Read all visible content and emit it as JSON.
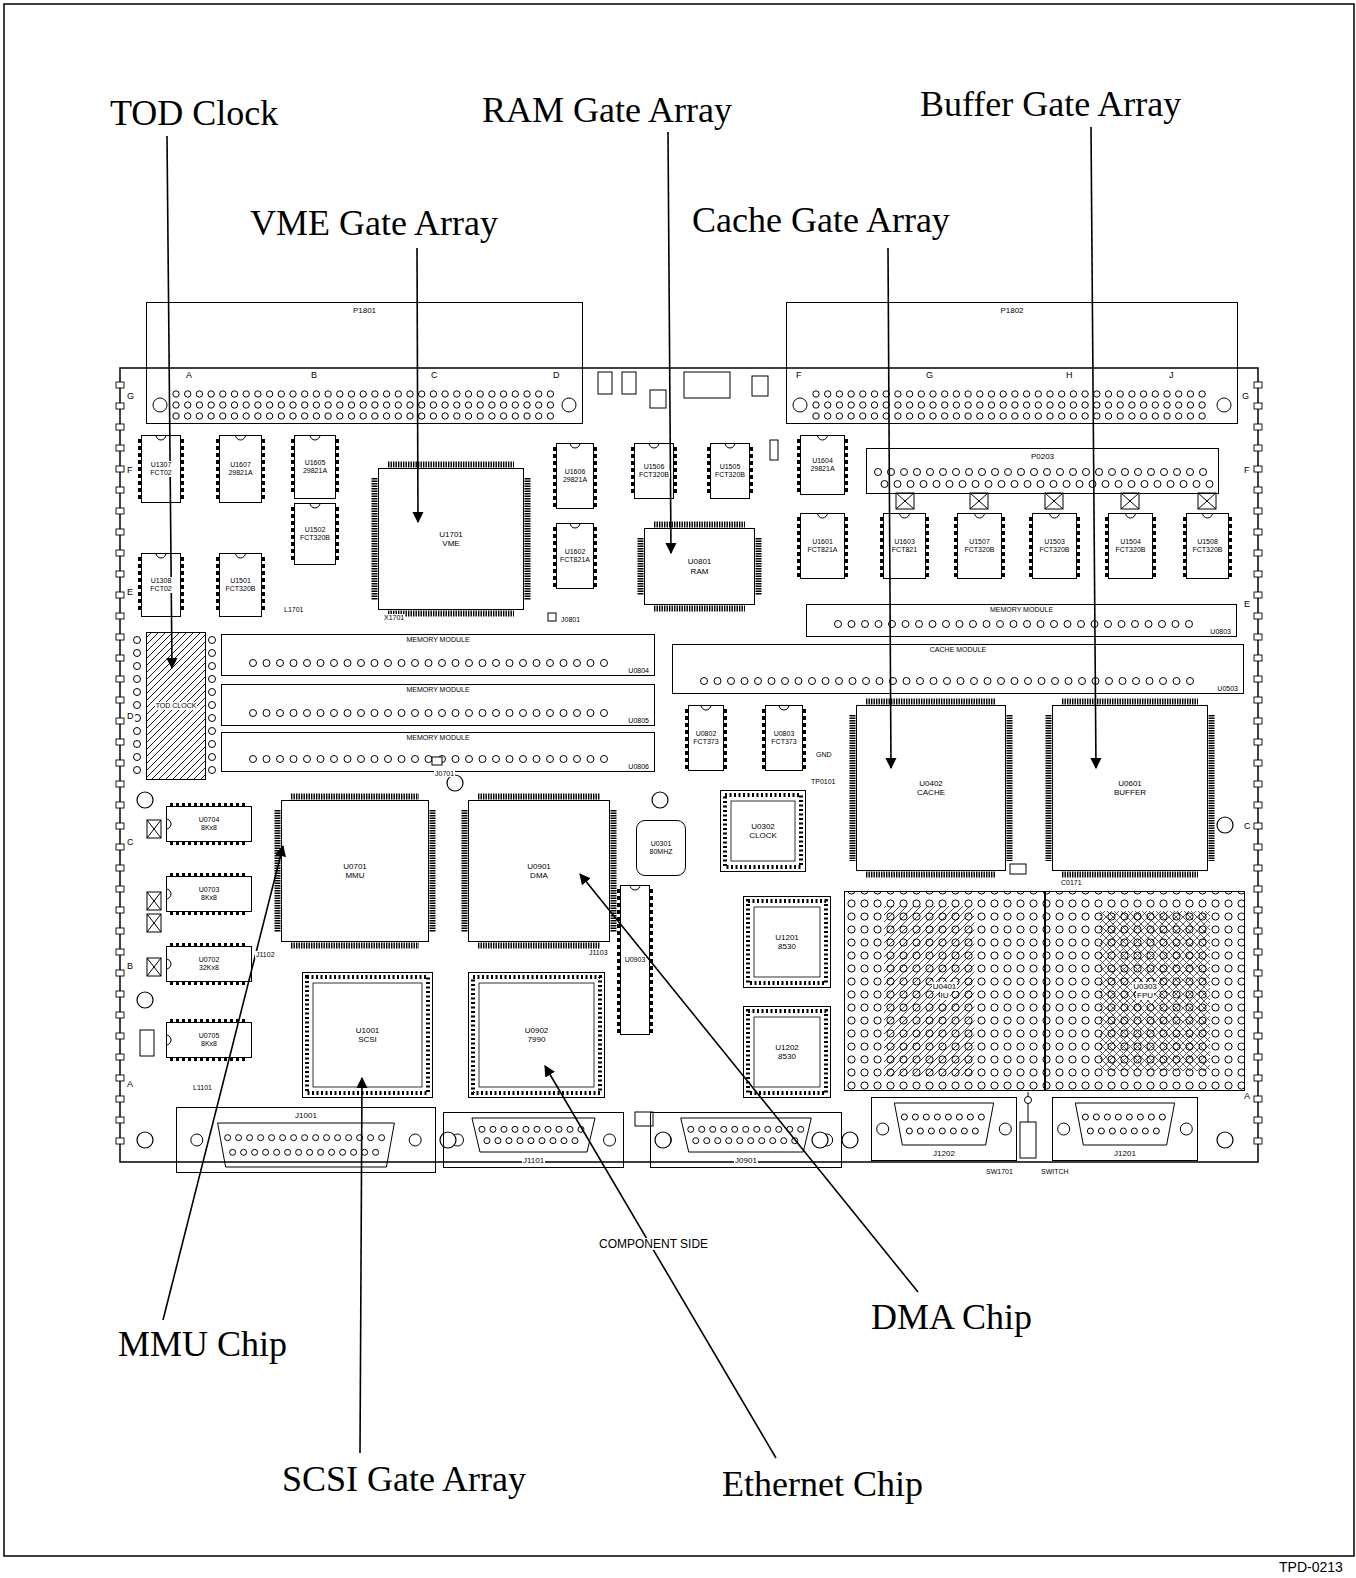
{
  "diagram": {
    "nodes": [
      {
        "text": [
          "P1801"
        ]
      },
      {
        "text": [
          "P1802"
        ]
      },
      {
        "text": [
          "U1307",
          "FCT02"
        ]
      },
      {
        "text": [
          "U1607",
          "29821A"
        ]
      },
      {
        "text": [
          "U1605",
          "29821A"
        ]
      },
      {
        "text": [
          "U1502",
          "FCT320B"
        ]
      },
      {
        "text": [
          "U1308",
          "FCT02"
        ]
      },
      {
        "text": [
          "U1501",
          "FCT320B"
        ]
      },
      {
        "text": [
          "U1701",
          "VME"
        ]
      },
      {
        "text": [
          "U1606",
          "29821A"
        ]
      },
      {
        "text": [
          "U1602",
          "FCT821A"
        ]
      },
      {
        "text": [
          "U1506",
          "FCT320B"
        ]
      },
      {
        "text": [
          "U1505",
          "FCT320B"
        ]
      },
      {
        "text": [
          "U0801",
          "RAM"
        ]
      },
      {
        "text": [
          "U1604",
          "29821A"
        ]
      },
      {
        "text": [
          "P0203"
        ]
      },
      {
        "text": [
          "U1601",
          "FCT821A"
        ]
      },
      {
        "text": [
          "U1603",
          "FCT821"
        ]
      },
      {
        "text": [
          "U1507",
          "FCT320B"
        ]
      },
      {
        "text": [
          "U1503",
          "FCT320B"
        ]
      },
      {
        "text": [
          "U1504",
          "FCT320B"
        ]
      },
      {
        "text": [
          "U1508",
          "FCT320B"
        ]
      },
      {
        "text": [
          "MEMORY MODULE",
          "U0803"
        ]
      },
      {
        "text": [
          "CACHE MODULE",
          "U0503"
        ]
      },
      {
        "text": [
          "TOD CLOCK"
        ]
      },
      {
        "text": [
          "MEMORY MODULE",
          "U0804"
        ]
      },
      {
        "text": [
          "MEMORY MODULE",
          "U0805"
        ]
      },
      {
        "text": [
          "MEMORY MODULE",
          "U0806"
        ]
      },
      {
        "text": [
          "U0802",
          "FCT373"
        ]
      },
      {
        "text": [
          "U0803",
          "FCT373"
        ]
      },
      {
        "text": [
          "U0402",
          "CACHE"
        ]
      },
      {
        "text": [
          "U0601",
          "BUFFER"
        ]
      },
      {
        "text": [
          "U0704",
          "8Kx8"
        ]
      },
      {
        "text": [
          "U0703",
          "8Kx8"
        ]
      },
      {
        "text": [
          "U0702",
          "32Kx8"
        ]
      },
      {
        "text": [
          "U0705",
          "8Kx8"
        ]
      },
      {
        "text": [
          "U0701",
          "MMU"
        ]
      },
      {
        "text": [
          "U0901",
          "DMA"
        ]
      },
      {
        "text": [
          "U0301",
          "80MHZ"
        ]
      },
      {
        "text": [
          "U0302",
          "CLOCK"
        ]
      },
      {
        "text": [
          "U0903"
        ]
      },
      {
        "text": [
          "U1201",
          "8530"
        ]
      },
      {
        "text": [
          "U1001",
          "SCSI"
        ]
      },
      {
        "text": [
          "U0902",
          "7990"
        ]
      },
      {
        "text": [
          "U1202",
          "8530"
        ]
      },
      {
        "text": [
          "U0401",
          "IU"
        ]
      },
      {
        "text": [
          "U0303",
          "FPU"
        ]
      },
      {
        "text": [
          "J1001"
        ]
      },
      {
        "text": [
          "J1101"
        ]
      },
      {
        "text": [
          "J0901"
        ]
      },
      {
        "text": [
          "J1202"
        ]
      },
      {
        "text": [
          "J1201"
        ]
      }
    ],
    "labels": [
      "TOD Clock",
      "RAM Gate Array",
      "Buffer Gate Array",
      "VME Gate Array",
      "Cache Gate Array",
      "MMU Chip",
      "DMA Chip",
      "SCSI Gate Array",
      "Ethernet Chip",
      "COMPONENT SIDE",
      "TPD-0213",
      "X1701",
      "L1701",
      "J0801",
      "J0701",
      "GND",
      "TP0101",
      "C0171",
      "L1101",
      "J1102",
      "J1103",
      "SW1701",
      "SWITCH",
      "A",
      "B",
      "C",
      "D",
      "F",
      "G",
      "H",
      "J",
      "G",
      "F",
      "E",
      "D",
      "C",
      "B",
      "A",
      "G",
      "F",
      "E",
      "C",
      "A"
    ]
  }
}
